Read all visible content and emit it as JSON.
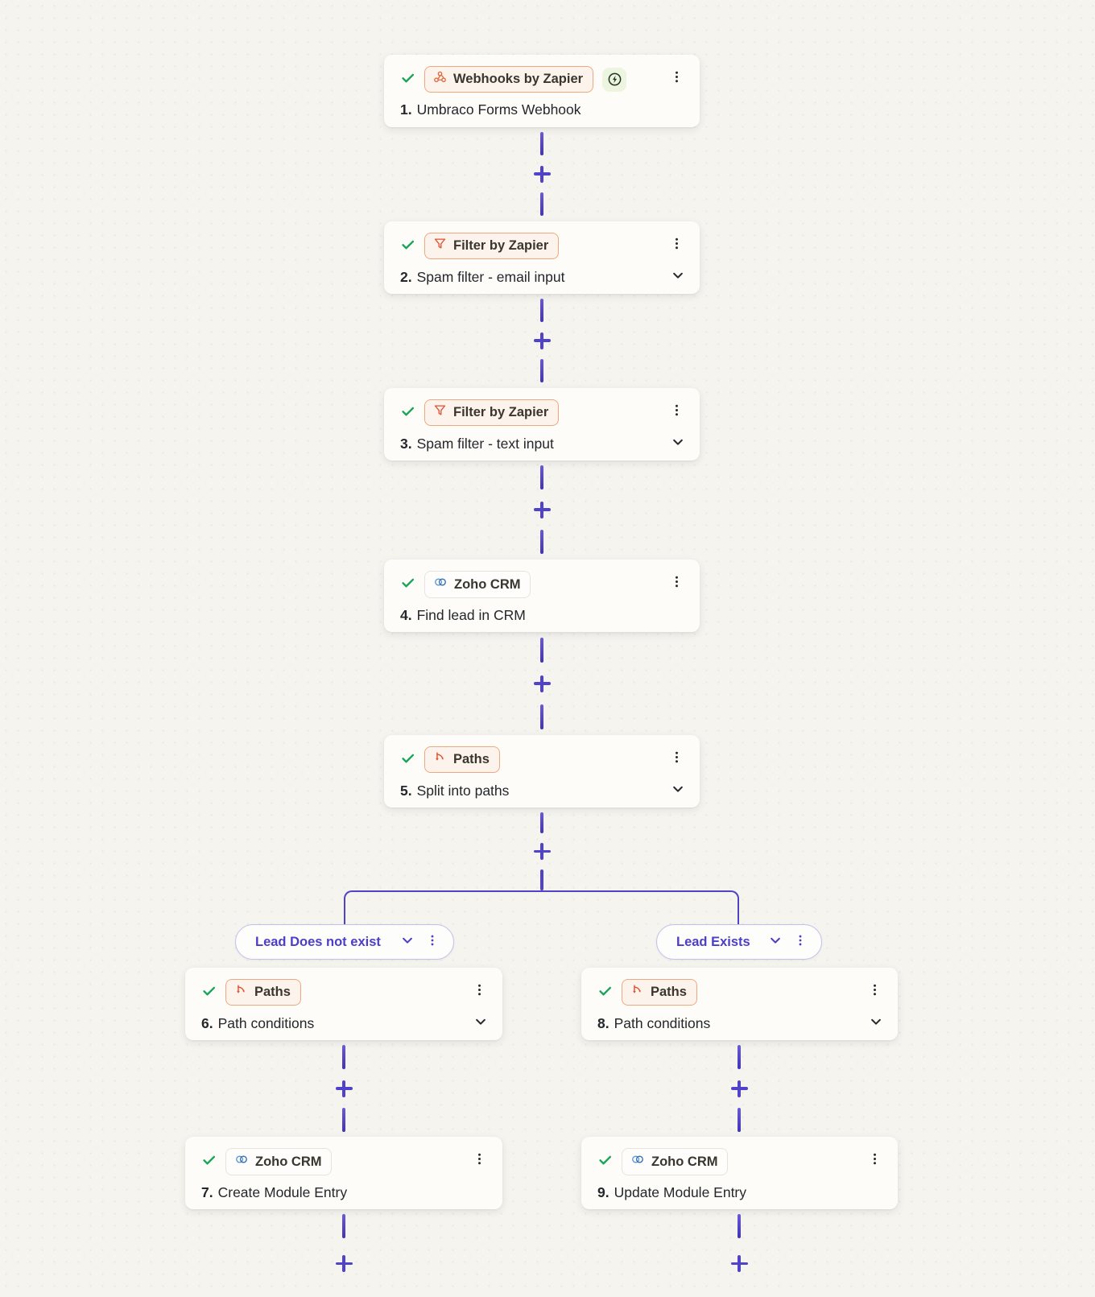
{
  "colors": {
    "background": "#f5f4ef",
    "connector": "#5042c9",
    "check_green": "#18a558",
    "pill_orange_border": "#efa87e",
    "branch_purple": "#4b3ec7"
  },
  "icons": {
    "check": "check-icon",
    "webhook": "webhook-icon",
    "filter": "funnel-icon",
    "paths": "split-arrows-icon",
    "zoho": "linked-rings-icon",
    "instant": "instant-trigger-bolt-icon",
    "kebab": "kebab-menu-icon",
    "chevron": "chevron-down-icon"
  },
  "steps": [
    {
      "app": "Webhooks by Zapier",
      "num": "1.",
      "title": "Umbraco Forms Webhook",
      "icon": "webhook-icon",
      "status": "success",
      "instant_trigger": true
    },
    {
      "app": "Filter by Zapier",
      "num": "2.",
      "title": "Spam filter - email input",
      "icon": "funnel-icon",
      "status": "success"
    },
    {
      "app": "Filter by Zapier",
      "num": "3.",
      "title": "Spam filter - text input",
      "icon": "funnel-icon",
      "status": "success"
    },
    {
      "app": "Zoho CRM",
      "num": "4.",
      "title": "Find lead in CRM",
      "icon": "linked-rings-icon",
      "status": "success"
    },
    {
      "app": "Paths",
      "num": "5.",
      "title": "Split into paths",
      "icon": "split-arrows-icon",
      "status": "success"
    },
    {
      "app": "Paths",
      "num": "6.",
      "title": "Path conditions",
      "icon": "split-arrows-icon",
      "status": "success"
    },
    {
      "app": "Zoho CRM",
      "num": "7.",
      "title": "Create Module Entry",
      "icon": "linked-rings-icon",
      "status": "success"
    },
    {
      "app": "Paths",
      "num": "8.",
      "title": "Path conditions",
      "icon": "split-arrows-icon",
      "status": "success"
    },
    {
      "app": "Zoho CRM",
      "num": "9.",
      "title": "Update Module Entry",
      "icon": "linked-rings-icon",
      "status": "success"
    }
  ],
  "branches": [
    {
      "label": "Lead Does not exist"
    },
    {
      "label": "Lead Exists"
    }
  ]
}
